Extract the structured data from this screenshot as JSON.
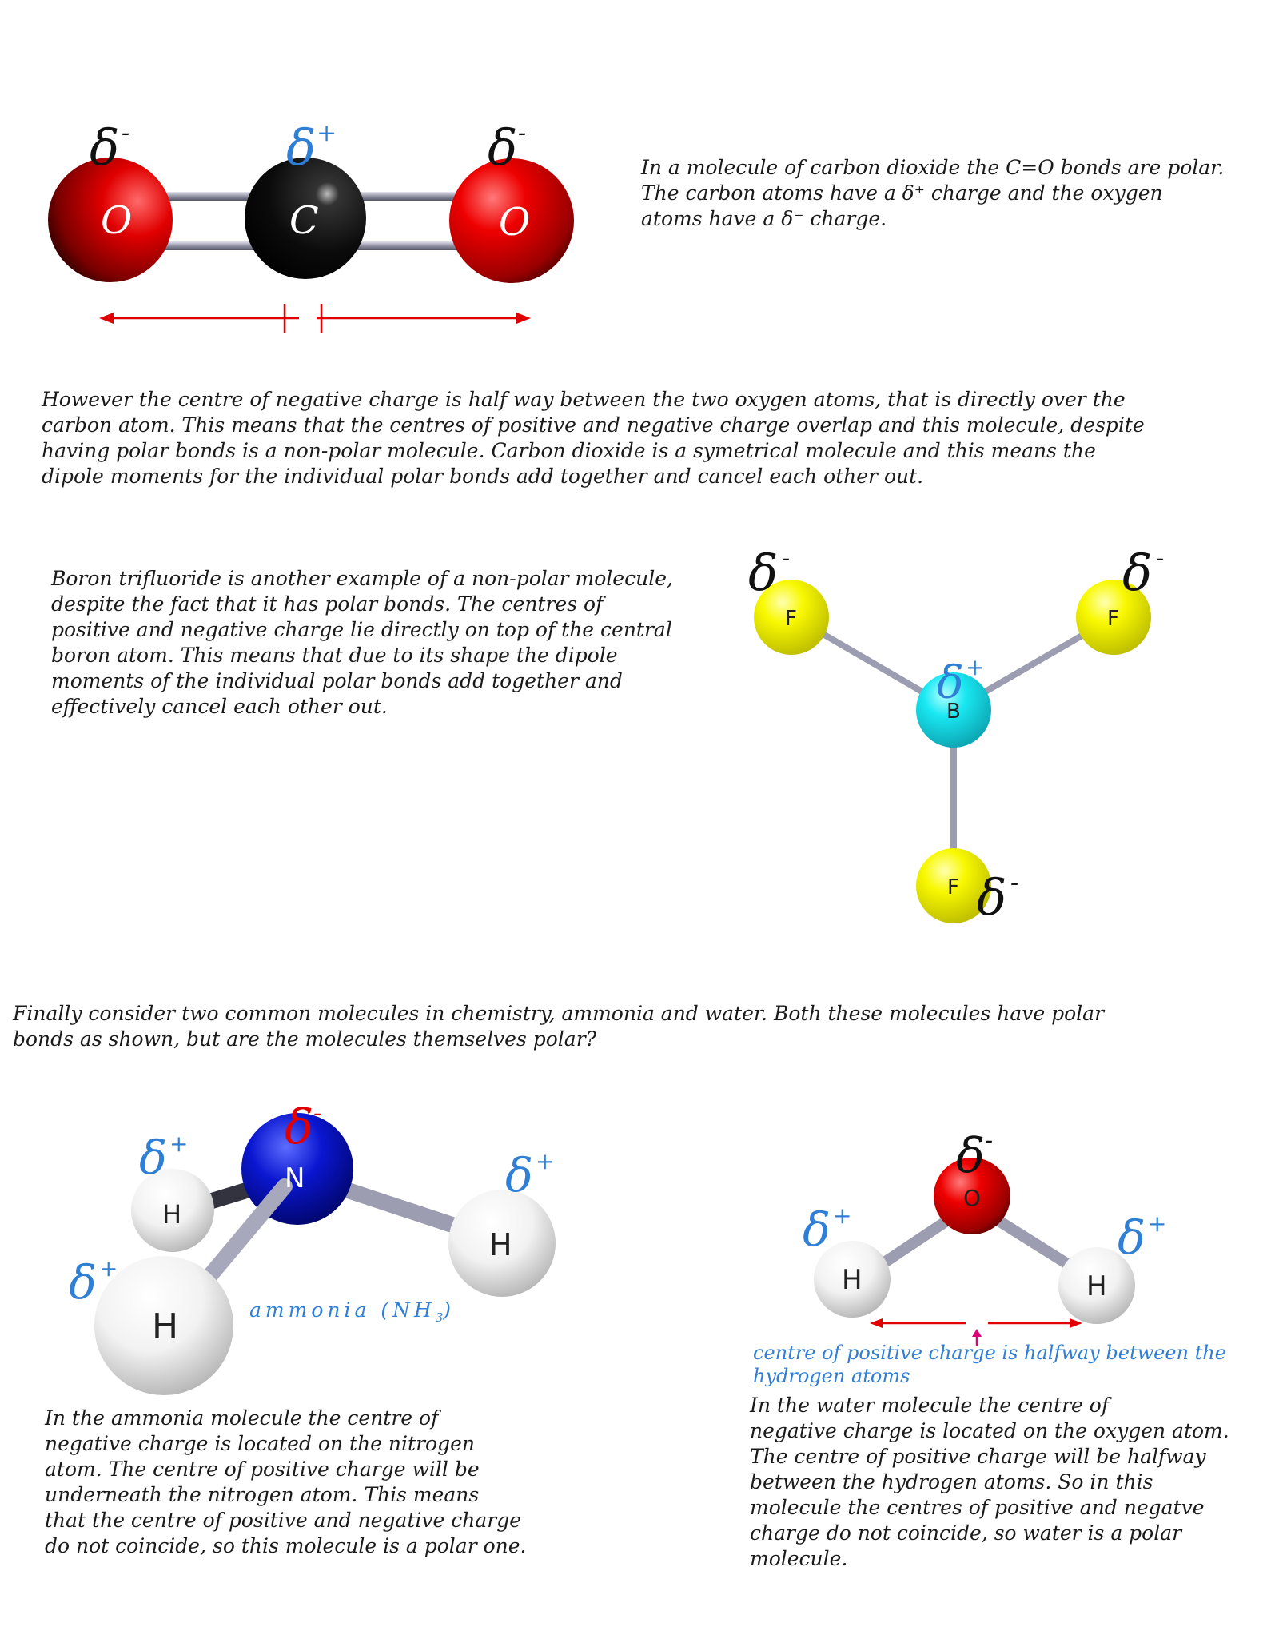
{
  "colors": {
    "oxygen": "#e00000",
    "carbon": "#111111",
    "nitrogen": "#0a14c8",
    "hydrogen": "#ffffff",
    "fluorine": "#f2f200",
    "boron": "#19e3ee",
    "delta_negative": "#111111",
    "delta_positive": "#2f7fd6",
    "arrow": "#e00000",
    "marker_arrow": "#e0007a"
  },
  "co2": {
    "atoms": [
      "O",
      "C",
      "O"
    ],
    "deltas": [
      "δ",
      "δ",
      "δ"
    ],
    "delta_signs": [
      "-",
      "+",
      "-"
    ],
    "text_lines": [
      "In a molecule of carbon dioxide the C=O bonds are polar.",
      "The carbon atoms have a δ⁺ charge and the oxygen",
      "atoms have a δ⁻ charge."
    ]
  },
  "however_paragraph": {
    "lines": [
      "However the centre of negative charge is half way between the two oxygen atoms, that is directly over the",
      "carbon atom.  This means that the centres of positive and negative charge overlap and this molecule, despite",
      "having polar bonds is a non-polar molecule. Carbon dioxide is a symetrical molecule and this means the",
      "dipole moments for the individual polar bonds add together and cancel each other out."
    ]
  },
  "bf3": {
    "atoms": [
      "F",
      "F",
      "B",
      "F"
    ],
    "deltas": [
      "δ",
      "δ",
      "δ",
      "δ"
    ],
    "delta_signs": [
      "-",
      "-",
      "+",
      "-"
    ],
    "text_lines": [
      "Boron trifluoride is another example of a non-polar molecule,",
      "despite the fact that it has polar bonds.  The centres of",
      "positive and negative charge lie directly on top of the central",
      "boron atom.  This means that due to its shape the dipole",
      "moments of the individual polar bonds add together and",
      "effectively cancel each other out."
    ]
  },
  "finally_paragraph": {
    "lines": [
      "Finally consider two common molecules in chemistry, ammonia and water.  Both these molecules have polar",
      "bonds as shown, but are the molecules themselves polar?"
    ]
  },
  "ammonia": {
    "atoms": [
      "N",
      "H",
      "H",
      "H"
    ],
    "deltas": [
      "δ",
      "δ",
      "δ",
      "δ"
    ],
    "delta_signs": [
      "-",
      "+",
      "+",
      "+"
    ],
    "label_text": "ammonia (NH",
    "label_subscript": "3",
    "label_close": ")",
    "text_lines": [
      "In the ammonia molecule the centre of",
      "negative charge is located on the nitrogen",
      "atom.  The centre of positive charge will be",
      "underneath the nitrogen atom.  This means",
      "that the centre of positive and negative charge",
      "do not coincide, so this molecule is a polar one."
    ]
  },
  "water": {
    "atoms": [
      "O",
      "H",
      "H"
    ],
    "deltas": [
      "δ",
      "δ",
      "δ"
    ],
    "delta_signs": [
      "-",
      "+",
      "+"
    ],
    "caption_lines": [
      "centre of positive charge is halfway between the",
      "hydrogen atoms"
    ],
    "text_lines": [
      "In the water molecule the centre of",
      "negative charge is located on the oxygen atom.",
      "The centre of positive charge will be halfway",
      "between the hydrogen atoms.  So in this",
      "molecule the centres of positive and negatve",
      "charge do not coincide, so water is a polar",
      "molecule."
    ]
  }
}
